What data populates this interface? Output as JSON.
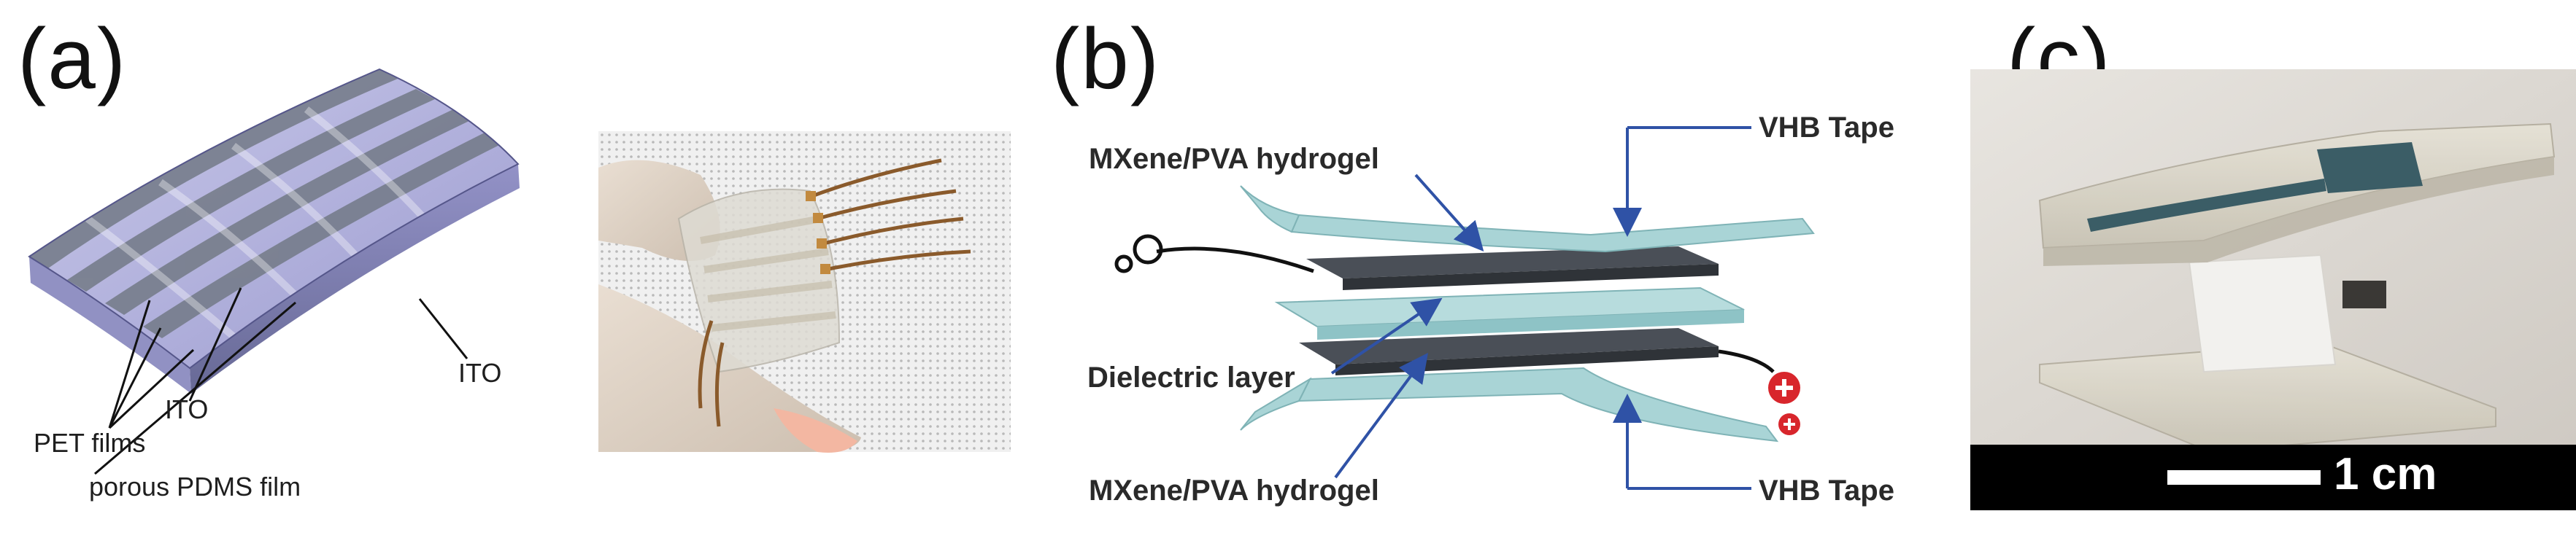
{
  "panels": {
    "a": {
      "letter": "(a)",
      "labels": {
        "ito_right": "ITO",
        "ito_center": "ITO",
        "pet_films": "PET films",
        "porous_pdms": "porous PDMS film"
      }
    },
    "b": {
      "letter": "(b)",
      "labels": {
        "mxene_top": "MXene/PVA hydrogel",
        "vhb_top": "VHB Tape",
        "dielectric": "Dielectric layer",
        "mxene_bottom": "MXene/PVA hydrogel",
        "vhb_bottom": "VHB Tape"
      }
    },
    "c": {
      "letter": "(c)",
      "scale_bar": "1 cm"
    }
  },
  "colors": {
    "arrow_blue": "#2f52a6",
    "hydrogel_gray": "#4a4f57",
    "vhb_cyan": "#a9d4d6",
    "ito_stripe": "#737a86",
    "pet_lavender": "#a7a6d6",
    "terminal_red": "#d8262c"
  }
}
